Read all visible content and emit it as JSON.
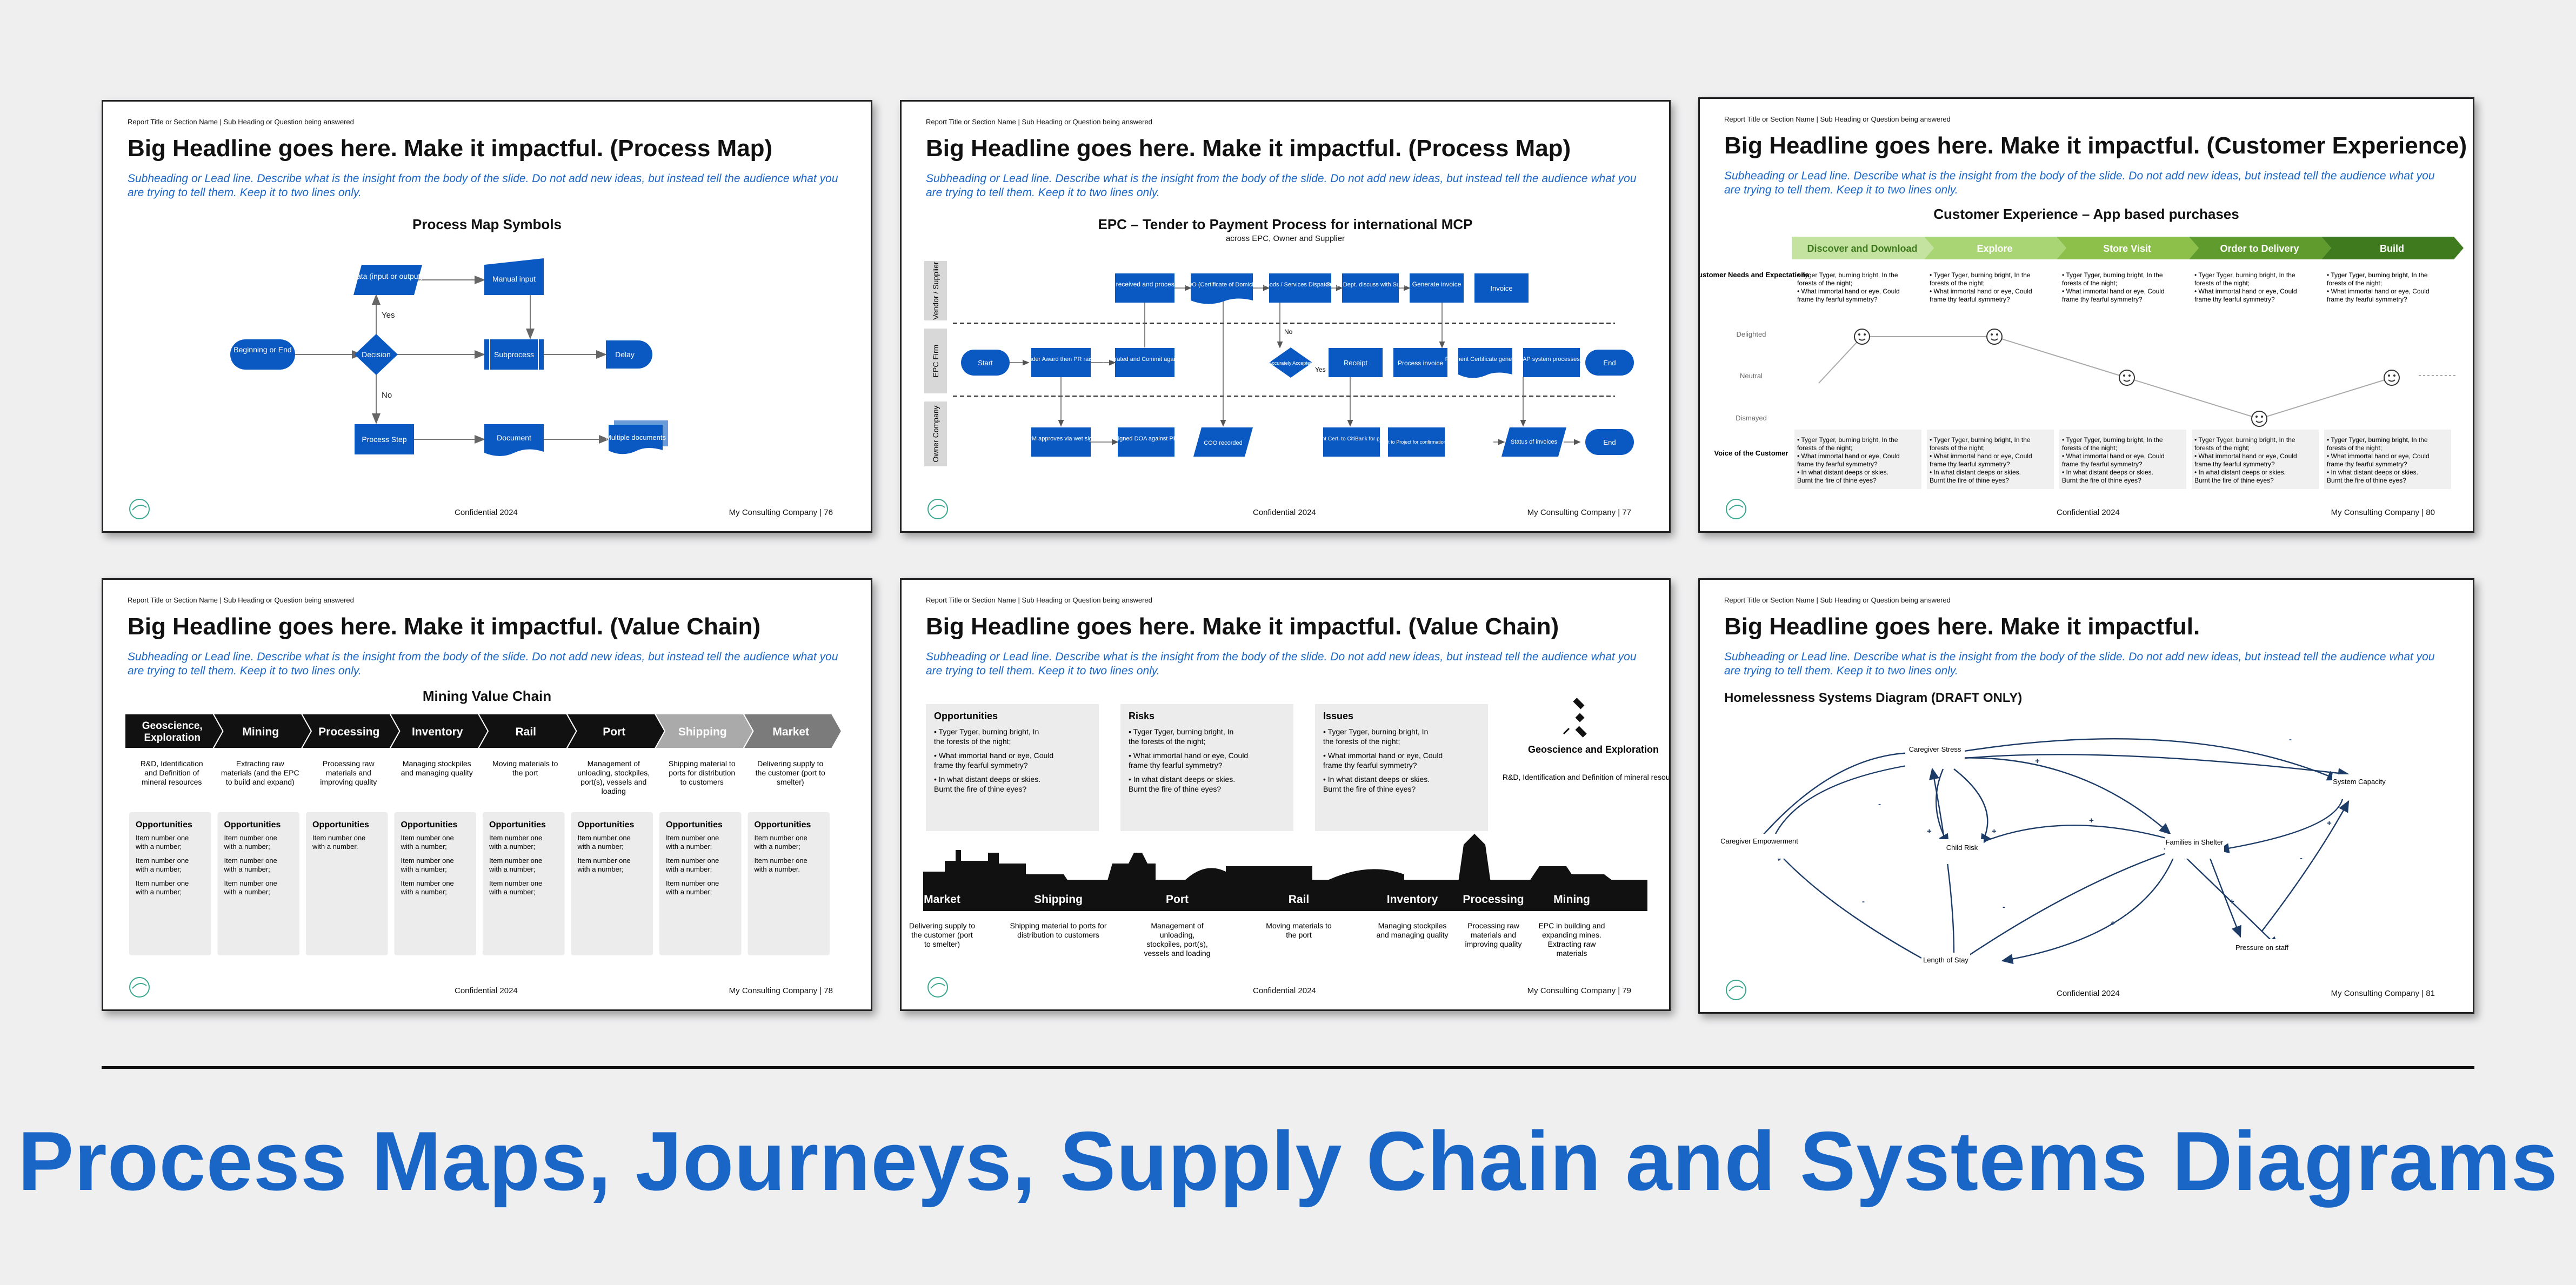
{
  "banner": "Process Maps, Journeys, Supply Chain and Systems Diagrams",
  "colors": {
    "accent": "#1a66c7",
    "shape_blue": "#0a58c2",
    "text_dark": "#111111"
  },
  "common": {
    "top_label": "Report Title or Section Name | Sub Heading or Question being answered",
    "subheading": "Subheading or Lead line. Describe what is the insight from the body of the slide. Do not add new ideas, but instead tell the audience what you are trying to tell them. Keep it to two lines only.",
    "confidential": "Confidential 2024",
    "logo_icon": "company-logo-icon"
  },
  "slides": [
    {
      "headline": "Big Headline goes here. Make it impactful. (Process Map)",
      "section_title": "Process Map Symbols",
      "page": "My Consulting Company | 76",
      "labels": {
        "start": "Beginning or End",
        "data": "Data (input or output)",
        "decision": "Decision",
        "manual": "Manual input",
        "subprocess": "Subprocess",
        "delay": "Delay",
        "process": "Process Step",
        "document": "Document",
        "multi": "Multiple documents",
        "yes": "Yes",
        "no": "No"
      }
    },
    {
      "headline": "Big Headline goes here. Make it impactful. (Process Map)",
      "section_title": "EPC – Tender to Payment Process for international MCP",
      "section_sub": "across EPC, Owner and Supplier",
      "page": "My Consulting Company | 77",
      "lanes": [
        "Vendor / Supplier",
        "EPC Firm",
        "Owner Company"
      ],
      "boxes": {
        "po_recv": "PO received and processed",
        "coo": "COO (Certificate of Domicile)",
        "goods": "Goods / Services Dispatched",
        "supp": "Supp. Dept. discuss with Supplier",
        "gen_inv": "Generate invoice",
        "invoice": "Invoice",
        "start": "Start",
        "tender": "Tender Award then PR raised",
        "po_gen": "PO generated and Commit against WBS",
        "accepted": "Accurately Accepted",
        "receipt": "Receipt",
        "proc_inv": "Process invoice",
        "pay_cert": "Payment Certificate generated",
        "ap": "AP system processes",
        "end1": "End",
        "exec": "Exec PM approves via wet signature",
        "signed": "Signed DOA against PR",
        "coo_rec": "COO recorded",
        "pay_cert2": "Payment Cert. to CitiBank for payment",
        "cost": "Cost to Project for confirmation by",
        "status": "Status of invoices",
        "end2": "End",
        "yes": "Yes",
        "no": "No"
      }
    },
    {
      "headline": "Big Headline goes here. Make it impactful. (Customer Experience)",
      "section_title": "Customer Experience – App based purchases",
      "page": "My Consulting Company | 80",
      "stages": [
        "Discover and Download",
        "Explore",
        "Store Visit",
        "Order to Delivery",
        "Build"
      ],
      "stage_colors": [
        "#c5e3a0",
        "#a9d574",
        "#8cc04a",
        "#5f9c2d",
        "#3f7a1e"
      ],
      "row_needs": "Customer Needs and Expectations",
      "row_voice": "Voice of the Customer",
      "moods": [
        "Delighted",
        "Neutral",
        "Dismayed"
      ],
      "mood_levels": [
        1,
        1,
        0.5,
        0,
        0.5
      ],
      "bullets_needs": [
        "Tyger Tyger, burning bright, In the forests of the night;",
        "What immortal hand or eye, Could frame thy fearful symmetry?"
      ],
      "bullets_voice": [
        "Tyger Tyger, burning bright, In the forests of the night;",
        "What immortal hand or eye, Could frame thy fearful symmetry?",
        "In what distant deeps or skies. Burnt the fire of thine eyes?"
      ]
    },
    {
      "headline": "Big Headline goes here. Make it impactful. (Value Chain)",
      "section_title": "Mining Value Chain",
      "page": "My Consulting Company | 78",
      "stages": [
        "Geoscience, Exploration",
        "Mining",
        "Processing",
        "Inventory",
        "Rail",
        "Port",
        "Shipping",
        "Market"
      ],
      "descriptions": [
        "R&D, Identification and Definition of mineral resources",
        "Extracting raw materials (and the EPC to build and expand)",
        "Processing raw materials and improving quality",
        "Managing stockpiles and managing quality",
        "Moving materials to the port",
        "Management of unloading, stockpiles, port(s), vessels and loading",
        "Shipping material to ports for distribution to customers",
        "Delivering supply to the customer (port to smelter)"
      ],
      "opp_title": "Opportunities",
      "opp_item": "Item number one with a number;",
      "opp_item_end": "Item number one with a number."
    },
    {
      "headline": "Big Headline goes here. Make it impactful. (Value Chain)",
      "page": "My Consulting Company | 79",
      "panels": [
        {
          "title": "Opportunities"
        },
        {
          "title": "Risks"
        },
        {
          "title": "Issues"
        }
      ],
      "bullets": [
        "Tyger Tyger, burning bright, In the forests of the night;",
        "What immortal hand or eye, Could frame thy fearful symmetry?",
        "In what distant deeps or skies. Burnt the fire of thine eyes?"
      ],
      "geo_title": "Geoscience and Exploration",
      "geo_desc": "R&D, Identification and Definition of mineral resources",
      "stages": [
        "Market",
        "Shipping",
        "Port",
        "Rail",
        "Inventory",
        "Processing",
        "Mining"
      ],
      "descriptions": [
        "Delivering supply to the customer (port to smelter)",
        "Shipping material to ports for distribution to customers",
        "Management of unloading, stockpiles, port(s), vessels and loading",
        "Moving materials to the port",
        "Managing stockpiles and managing quality",
        "Processing raw materials and improving quality",
        "EPC in building and expanding mines. Extracting raw materials"
      ]
    },
    {
      "headline": "Big Headline goes here. Make it impactful.",
      "section_title": "Homelessness Systems Diagram (DRAFT ONLY)",
      "page": "My Consulting Company | 81",
      "nodes": {
        "stress": "Caregiver Stress",
        "capacity": "System Capacity",
        "empower": "Caregiver Empowerment",
        "child": "Child Risk",
        "families": "Families in Shelter",
        "pressure": "Pressure on staff",
        "length": "Length of Stay"
      }
    }
  ]
}
